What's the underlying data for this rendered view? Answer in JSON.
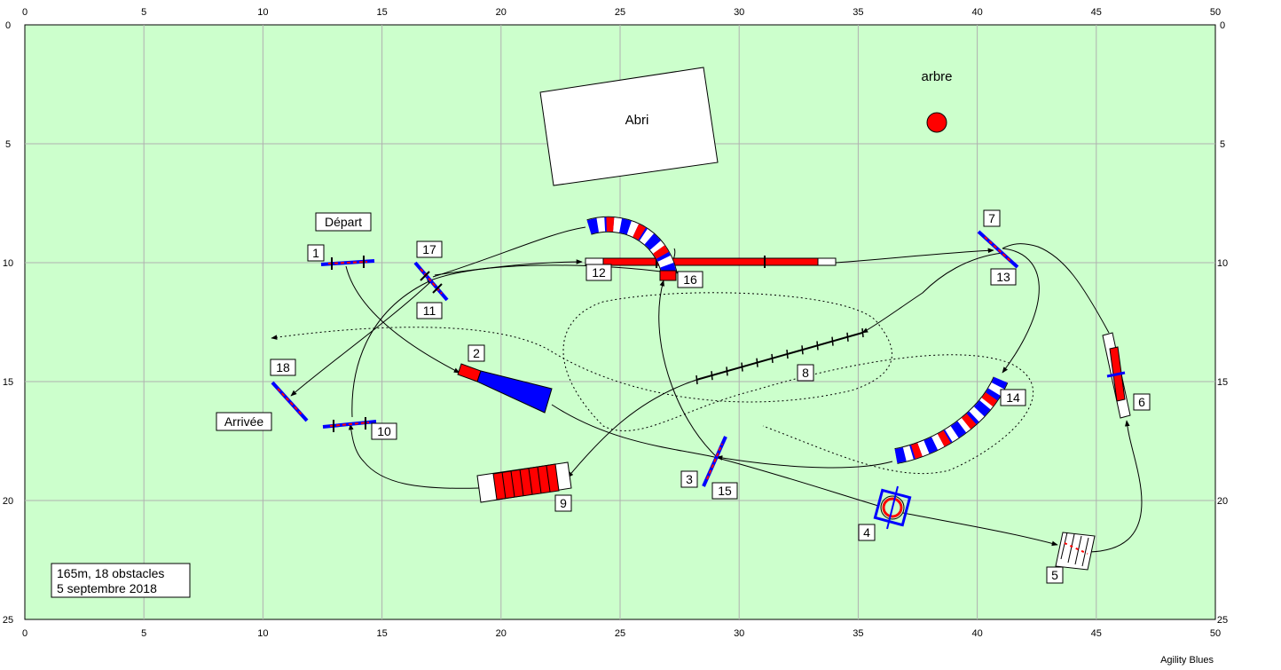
{
  "field": {
    "width_m": 50,
    "height_m": 25,
    "tick_step_m": 5,
    "x_ticks": [
      "0",
      "5",
      "10",
      "15",
      "20",
      "25",
      "30",
      "35",
      "40",
      "45",
      "50"
    ],
    "y_ticks": [
      "0",
      "5",
      "10",
      "15",
      "20",
      "25"
    ],
    "colors": {
      "grass": "#ccffcc",
      "grid": "#b0b0b0",
      "red": "#ff0000",
      "blue": "#0000ff",
      "path": "#000000"
    }
  },
  "structures": {
    "shelter": {
      "label": "Abri"
    },
    "tree": {
      "label": "arbre"
    }
  },
  "course": {
    "start_label": "Départ",
    "finish_label": "Arrivée",
    "info_line1": "165m, 18 obstacles",
    "info_line2": "5 septembre 2018"
  },
  "numbers": [
    {
      "id": "n1",
      "text": "1"
    },
    {
      "id": "n2",
      "text": "2"
    },
    {
      "id": "n3",
      "text": "3"
    },
    {
      "id": "n4",
      "text": "4"
    },
    {
      "id": "n5",
      "text": "5"
    },
    {
      "id": "n6",
      "text": "6"
    },
    {
      "id": "n7",
      "text": "7"
    },
    {
      "id": "n8",
      "text": "8"
    },
    {
      "id": "n9",
      "text": "9"
    },
    {
      "id": "n10",
      "text": "10"
    },
    {
      "id": "n11",
      "text": "11"
    },
    {
      "id": "n12",
      "text": "12"
    },
    {
      "id": "n13",
      "text": "13"
    },
    {
      "id": "n14",
      "text": "14"
    },
    {
      "id": "n15",
      "text": "15"
    },
    {
      "id": "n16",
      "text": "16"
    },
    {
      "id": "n17",
      "text": "17"
    },
    {
      "id": "n18",
      "text": "18"
    }
  ],
  "footer": {
    "brand": "Agility Blues"
  }
}
